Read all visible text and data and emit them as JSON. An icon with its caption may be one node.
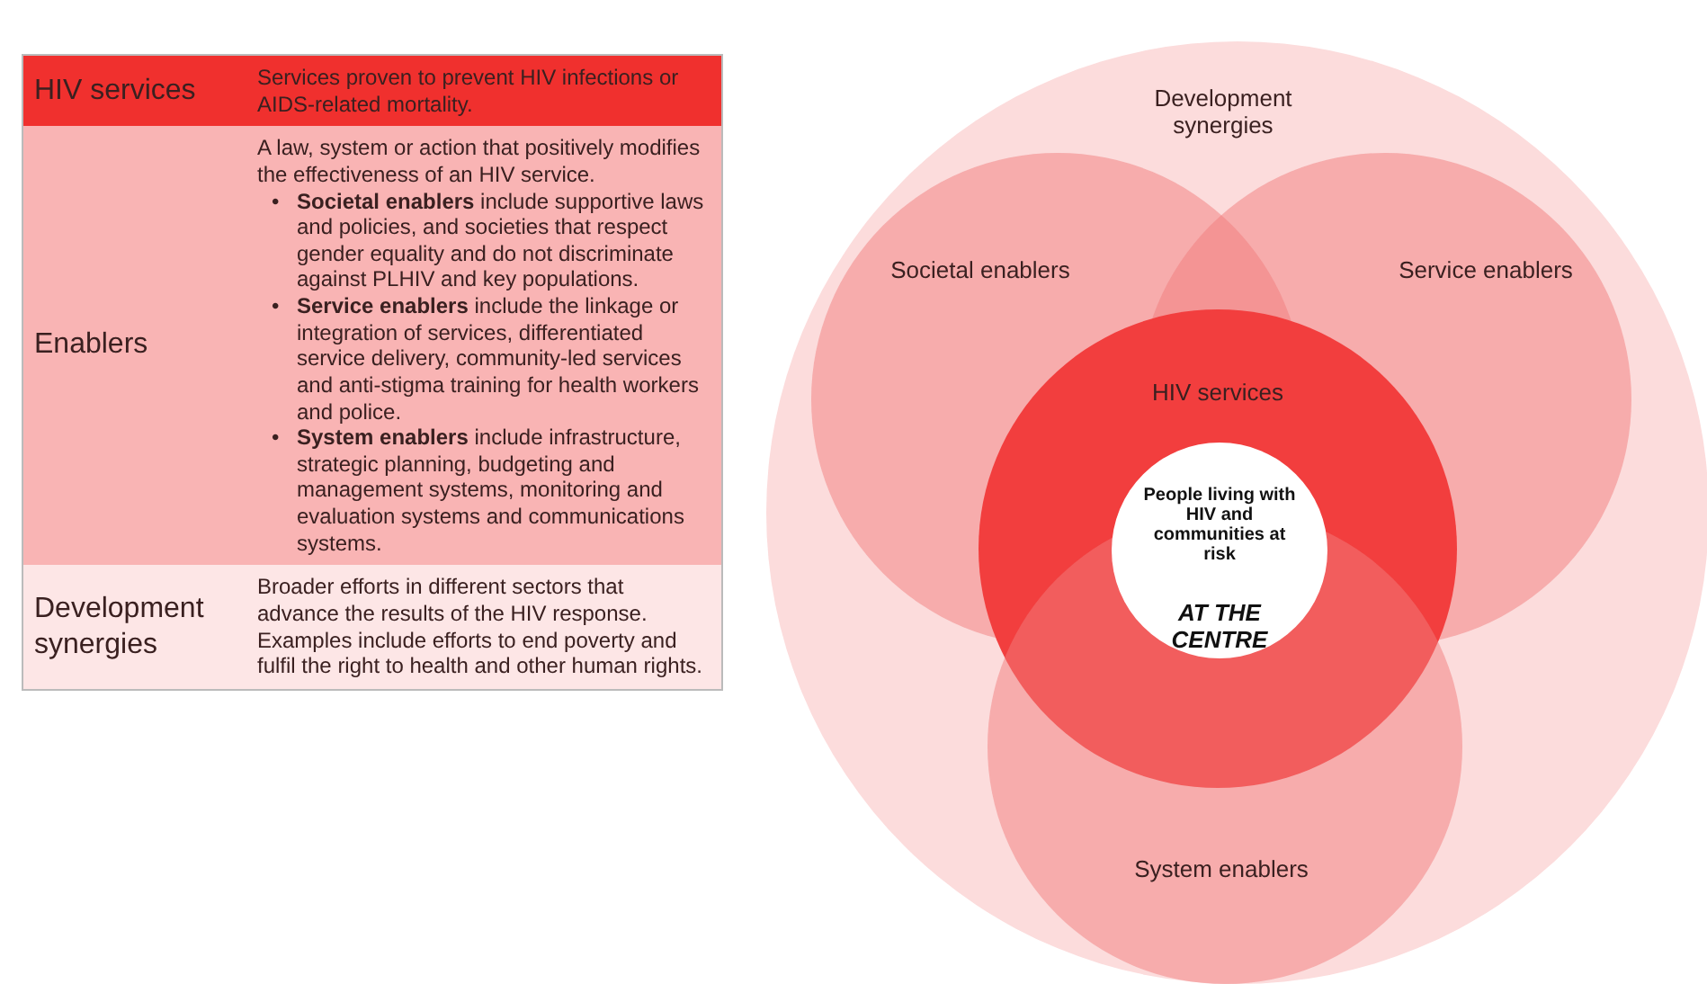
{
  "diagram": {
    "nodes": [
      {
        "text": [
          "Development synergies"
        ]
      },
      {
        "text": [
          "Societal enablers"
        ],
        "in": 0
      },
      {
        "text": [
          "Service enablers"
        ],
        "in": 0
      },
      {
        "text": [
          "HIV services"
        ],
        "in": 0
      },
      {
        "text": [
          "People living with HIV and communities at risk",
          "AT THE CENTRE"
        ],
        "in": 3
      },
      {
        "text": [
          "System enablers"
        ],
        "in": 0
      }
    ],
    "edges": [],
    "labels": [
      "HIV services",
      "Services proven to prevent HIV infections or AIDS-related mortality.",
      "Enablers",
      "A law, system or action that positively modifies the effectiveness of an HIV service.",
      "•",
      "**Societal enablers** include supportive laws and policies, and societies that respect gender equality and do not discriminate against PLHIV and key populations.",
      "•",
      "**Service enablers** include the linkage or integration of services, differentiated service delivery, community-led services and anti-stigma training for health workers and police.",
      "•",
      "**System enablers** include infrastructure, strategic planning, budgeting and management systems, monitoring and evaluation systems and communications systems.",
      "Development synergies",
      "Broader efforts in different sectors that advance the results of the HIV response. Examples include efforts to end poverty and fulfil the right to health and other human rights."
    ]
  }
}
